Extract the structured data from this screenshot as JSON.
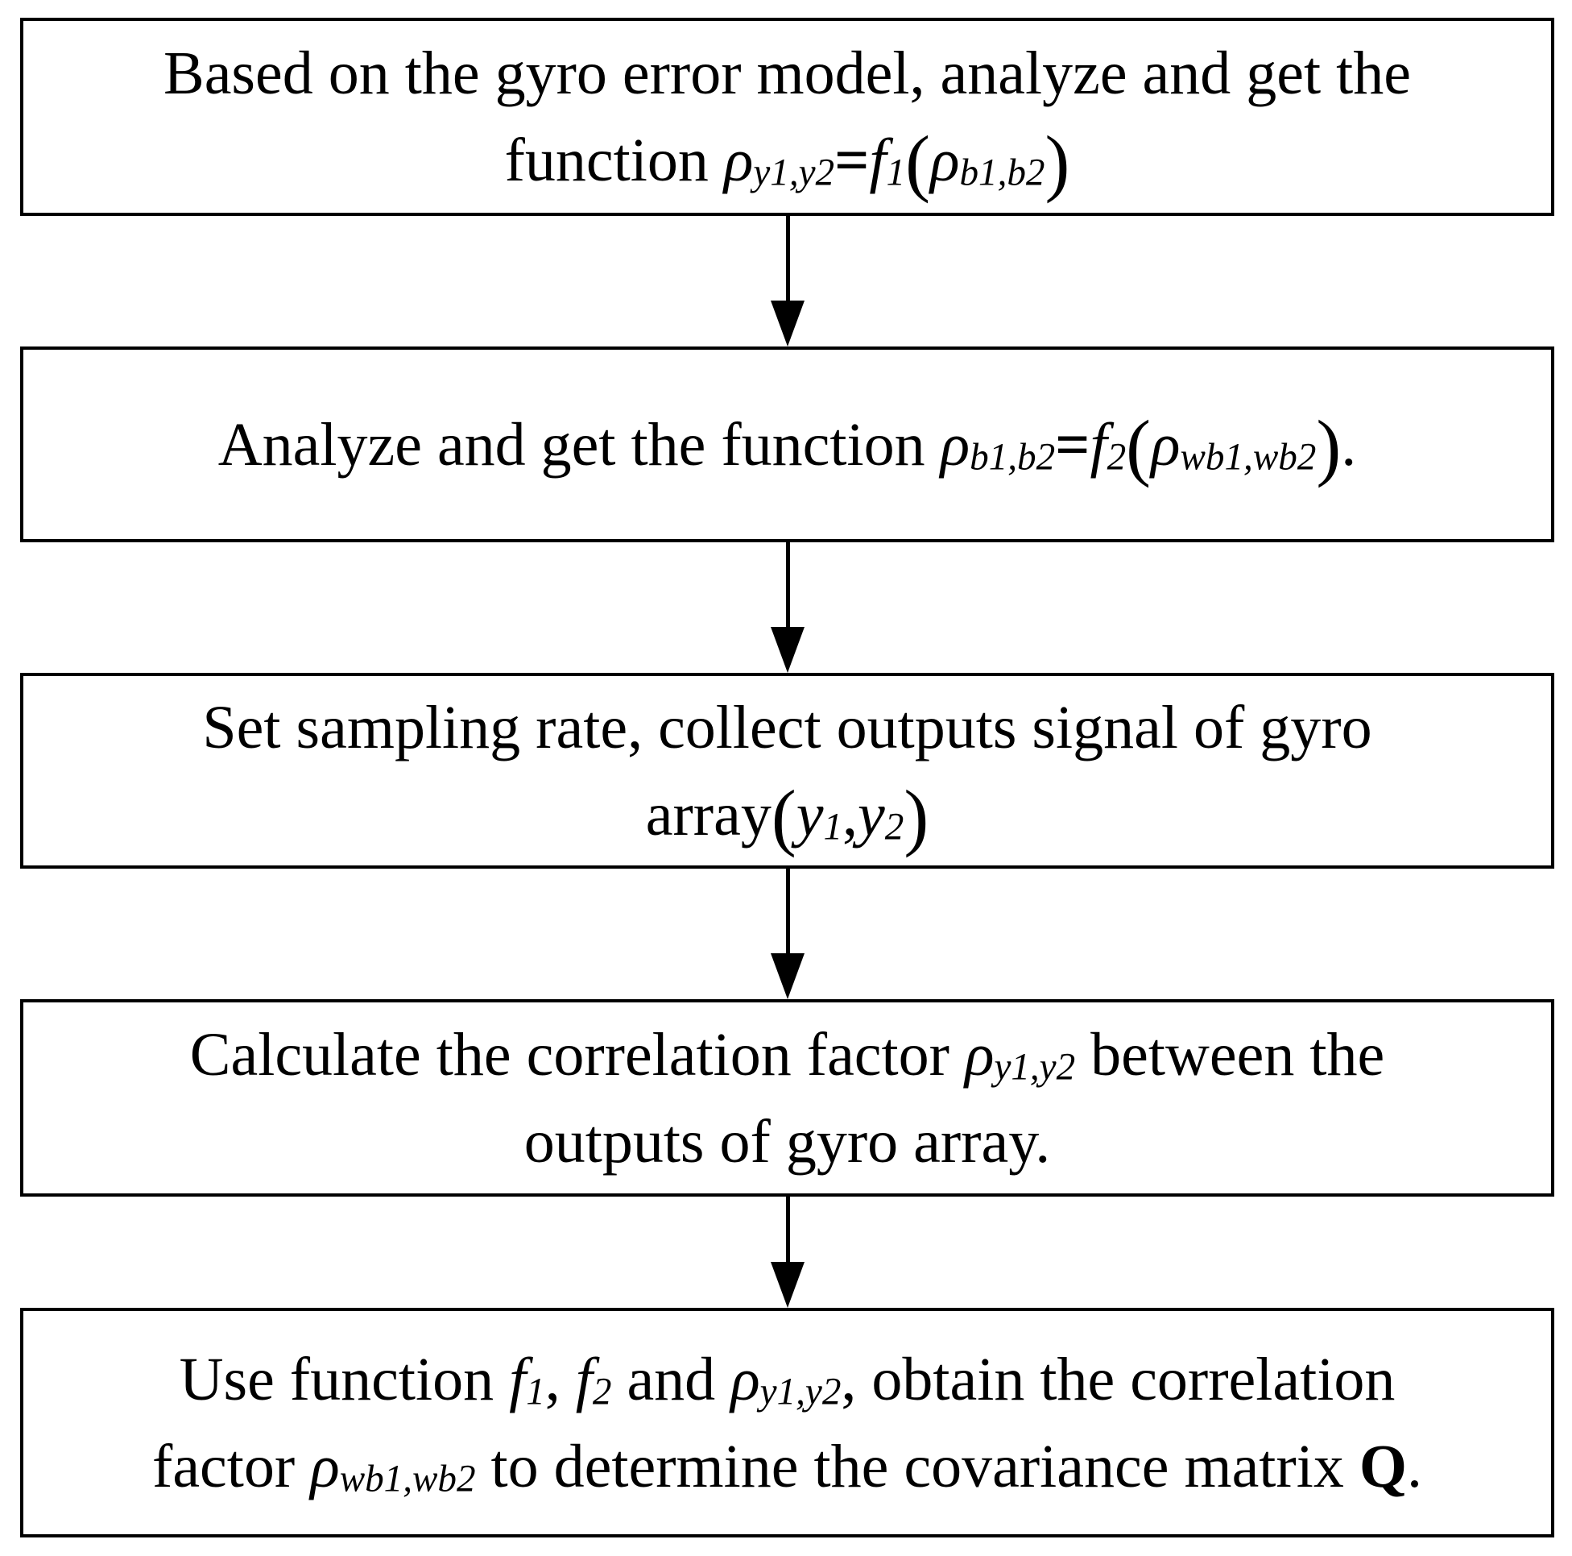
{
  "colors": {
    "ink": "#000000",
    "background": "#ffffff"
  },
  "flowchart": {
    "direction": "top-to-bottom",
    "arrow_style": "solid-black-triangle",
    "boxes": [
      {
        "name": "step-analyze-function-f1",
        "lines": [
          [
            {
              "t": "Based on the gyro error model, analyze and get the",
              "s": "n"
            }
          ],
          [
            {
              "t": "function ",
              "s": "n"
            },
            {
              "t": "ρ",
              "s": "i"
            },
            {
              "t": "y1,y2",
              "s": "sub"
            },
            {
              "t": "=",
              "s": "eq"
            },
            {
              "t": "f",
              "s": "i"
            },
            {
              "t": "1",
              "s": "subn"
            },
            {
              "t": "(",
              "s": "par"
            },
            {
              "t": "ρ",
              "s": "i"
            },
            {
              "t": "b1,b2",
              "s": "sub"
            },
            {
              "t": ")",
              "s": "par"
            }
          ]
        ]
      },
      {
        "name": "step-analyze-function-f2",
        "lines": [
          [
            {
              "t": "Analyze and get the function ",
              "s": "n"
            },
            {
              "t": "ρ",
              "s": "i"
            },
            {
              "t": "b1,b2",
              "s": "sub"
            },
            {
              "t": "=",
              "s": "eq"
            },
            {
              "t": "f",
              "s": "i"
            },
            {
              "t": "2",
              "s": "subn"
            },
            {
              "t": "(",
              "s": "par"
            },
            {
              "t": "ρ",
              "s": "i"
            },
            {
              "t": "wb1,wb2",
              "s": "sub"
            },
            {
              "t": ")",
              "s": "par"
            },
            {
              "t": ".",
              "s": "n"
            }
          ]
        ]
      },
      {
        "name": "step-set-sampling-rate-collect-outputs",
        "lines": [
          [
            {
              "t": "Set sampling rate, collect outputs signal of gyro",
              "s": "n"
            }
          ],
          [
            {
              "t": "array",
              "s": "n"
            },
            {
              "t": "(",
              "s": "par"
            },
            {
              "t": "y",
              "s": "i"
            },
            {
              "t": "1",
              "s": "subn"
            },
            {
              "t": ",",
              "s": "n"
            },
            {
              "t": "y",
              "s": "i"
            },
            {
              "t": "2",
              "s": "subn"
            },
            {
              "t": ")",
              "s": "par"
            }
          ]
        ]
      },
      {
        "name": "step-calculate-correlation-factor",
        "lines": [
          [
            {
              "t": "Calculate the correlation factor ",
              "s": "n"
            },
            {
              "t": "ρ",
              "s": "i"
            },
            {
              "t": "y1,y2",
              "s": "sub"
            },
            {
              "t": " between the",
              "s": "n"
            }
          ],
          [
            {
              "t": "outputs of gyro array.",
              "s": "n"
            }
          ]
        ]
      },
      {
        "name": "step-obtain-covariance-matrix",
        "lines": [
          [
            {
              "t": "Use function ",
              "s": "n"
            },
            {
              "t": "f",
              "s": "i"
            },
            {
              "t": "1",
              "s": "subn"
            },
            {
              "t": ", ",
              "s": "n"
            },
            {
              "t": "f",
              "s": "i"
            },
            {
              "t": "2",
              "s": "subn"
            },
            {
              "t": " and ",
              "s": "n"
            },
            {
              "t": "ρ",
              "s": "i"
            },
            {
              "t": "y1,y2",
              "s": "sub"
            },
            {
              "t": ", obtain the correlation",
              "s": "n"
            }
          ],
          [
            {
              "t": "factor ",
              "s": "n"
            },
            {
              "t": "ρ",
              "s": "i"
            },
            {
              "t": "wb1,wb2",
              "s": "sub"
            },
            {
              "t": " to determine the covariance matrix ",
              "s": "n"
            },
            {
              "t": "Q",
              "s": "b"
            },
            {
              "t": ".",
              "s": "n"
            }
          ]
        ]
      }
    ],
    "arrows": [
      "down",
      "down",
      "down",
      "down"
    ]
  }
}
